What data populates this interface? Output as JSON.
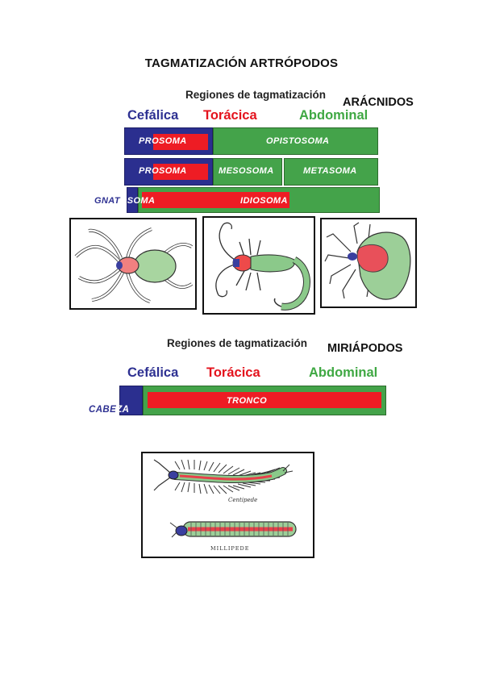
{
  "page_title": "TAGMATIZACIÓN ARTRÓPODOS",
  "colors": {
    "cephalic": "#2e3192",
    "thoracic": "#e4131d",
    "abdominal": "#3fa843",
    "bar_green": "#44a34a",
    "bar_red": "#ee1c24",
    "bar_blue": "#2b2f8f"
  },
  "arachnids": {
    "subtitle": "Regiones de tagmatización",
    "group_name": "ARÁCNIDOS",
    "headers": {
      "cephalic": "Cefálica",
      "thoracic": "Torácica",
      "abdominal": "Abdominal"
    },
    "row1": {
      "prosoma": "PROSOMA",
      "opistosoma": "OPISTOSOMA"
    },
    "row2": {
      "prosoma": "PROSOMA",
      "mesosoma": "MESOSOMA",
      "metasoma": "METASOMA"
    },
    "row3": {
      "gnatosoma": "GNATOSOMA",
      "idiosoma": "IDIOSOMA"
    },
    "images": [
      "spider-illustration",
      "scorpion-illustration",
      "mite-illustration"
    ]
  },
  "myriapods": {
    "subtitle": "Regiones de tagmatización",
    "group_name": "MIRIÁPODOS",
    "headers": {
      "cephalic": "Cefálica",
      "thoracic": "Torácica",
      "abdominal": "Abdominal"
    },
    "cabeza": "CABEZA",
    "tronco": "TRONCO",
    "image_labels": {
      "centipede": "Centipede",
      "millipede": "MILLIPEDE"
    }
  }
}
